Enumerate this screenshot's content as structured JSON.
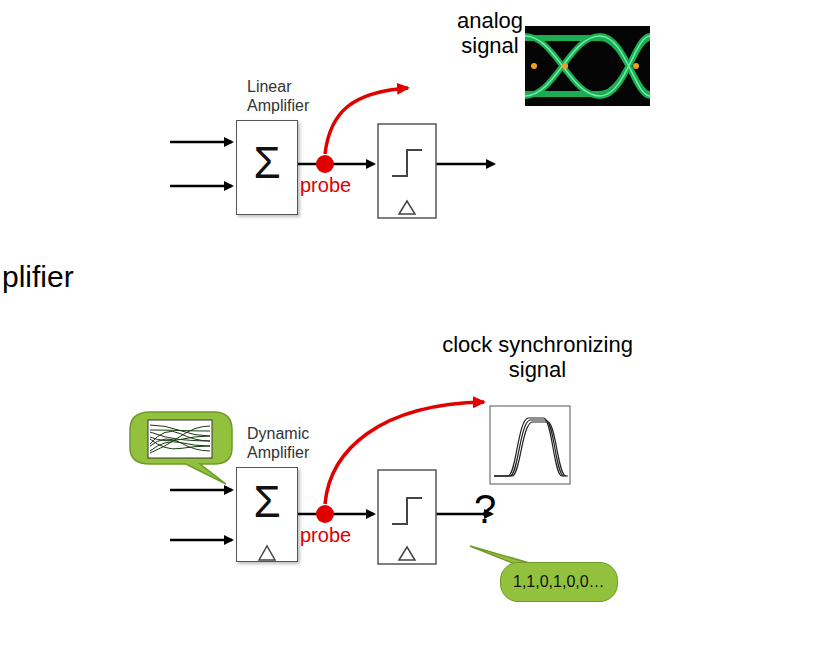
{
  "diagram": {
    "nodes": [
      {
        "text": [
          "Linear Amplifier",
          "Σ"
        ]
      },
      {
        "text": [
          "Dynamic Amplifier",
          "Σ"
        ]
      },
      {
        "text": [
          "1,1,0,1,0,0…"
        ]
      }
    ],
    "labels": [
      "analog signal",
      "probe",
      "plifier",
      "clock synchronizing signal",
      "probe",
      "?"
    ]
  }
}
